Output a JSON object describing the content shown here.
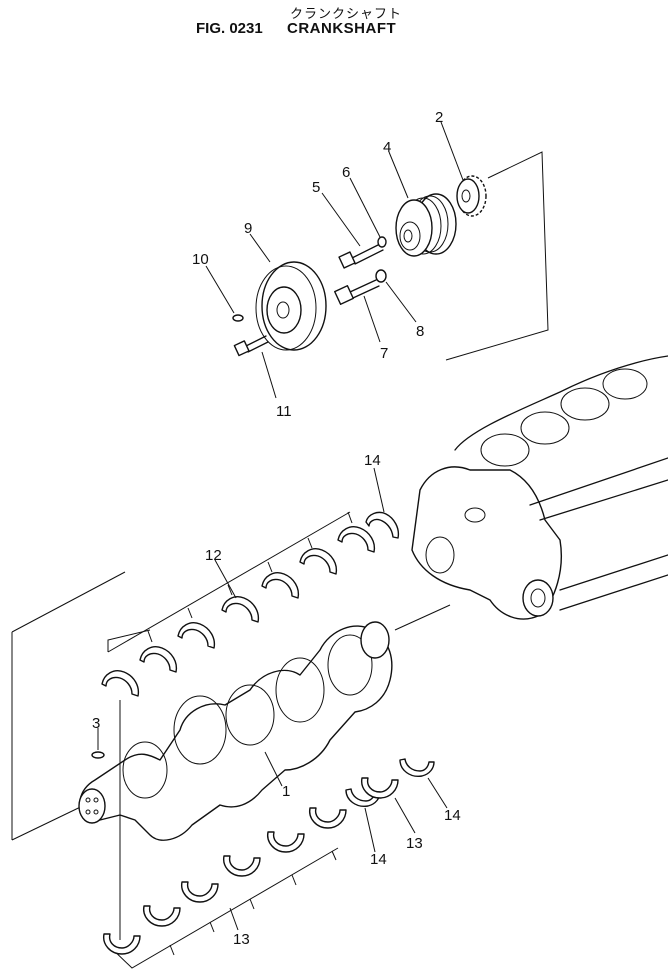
{
  "header": {
    "subtitle_jp": "クランクシャフト",
    "figure_number": "FIG. 0231",
    "figure_name": "CRANKSHAFT"
  },
  "callouts": [
    {
      "label": "1"
    },
    {
      "label": "2"
    },
    {
      "label": "3"
    },
    {
      "label": "4"
    },
    {
      "label": "5"
    },
    {
      "label": "6"
    },
    {
      "label": "7"
    },
    {
      "label": "8"
    },
    {
      "label": "9"
    },
    {
      "label": "10"
    },
    {
      "label": "11"
    },
    {
      "label": "12"
    },
    {
      "label": "13"
    },
    {
      "label": "14"
    },
    {
      "label": "13"
    },
    {
      "label": "14"
    },
    {
      "label": "13"
    },
    {
      "label": "14"
    }
  ]
}
